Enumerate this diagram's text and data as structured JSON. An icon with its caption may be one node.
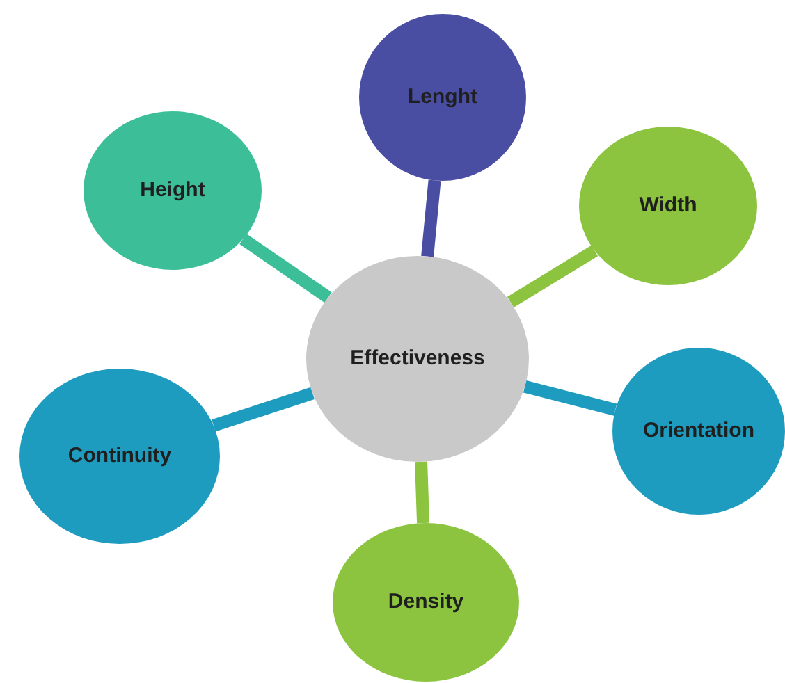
{
  "diagram": {
    "nodes": [
      {
        "text": [
          "Lenght"
        ]
      },
      {
        "text": [
          "Height"
        ]
      },
      {
        "text": [
          "Width"
        ]
      },
      {
        "text": [
          "Effectiveness"
        ]
      },
      {
        "text": [
          "Continuity"
        ]
      },
      {
        "text": [
          "Orientation"
        ]
      },
      {
        "text": [
          "Density"
        ]
      }
    ],
    "edges": [
      {
        "from": 3,
        "to": 0,
        "arrow": "none",
        "color": "#4a4ea3"
      },
      {
        "from": 3,
        "to": 1,
        "arrow": "none",
        "color": "#3cbf99"
      },
      {
        "from": 3,
        "to": 2,
        "arrow": "none",
        "color": "#8cc43f"
      },
      {
        "from": 3,
        "to": 4,
        "arrow": "none",
        "color": "#1e9cbf"
      },
      {
        "from": 3,
        "to": 5,
        "arrow": "none",
        "color": "#1e9cbf"
      },
      {
        "from": 3,
        "to": 6,
        "arrow": "none",
        "color": "#8cc43f"
      }
    ]
  }
}
